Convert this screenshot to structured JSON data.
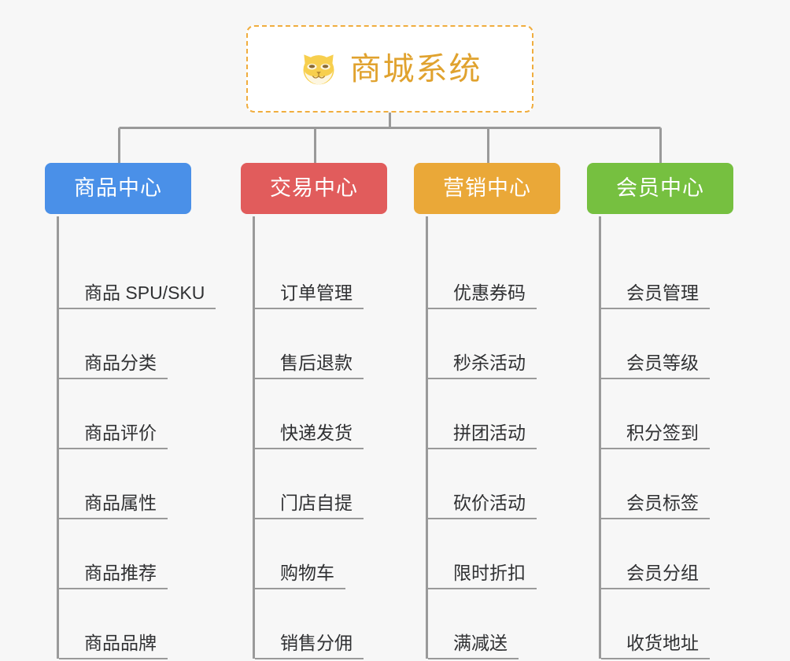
{
  "page": {
    "background_color": "#f7f7f7",
    "type": "org-chart"
  },
  "root": {
    "title": "商城系统",
    "icon": "shiba-dog-icon",
    "title_color": "#e0a22e",
    "border_color": "#f0ad3e",
    "background_color": "#ffffff"
  },
  "chart_data": {
    "type": "tree",
    "title": "商城系统",
    "root_label": "商城系统",
    "branch_count": 4,
    "children_per_branch": 6
  },
  "columns": [
    {
      "id": "product-center",
      "label": "商品中心",
      "color": "#4a90e8",
      "items": [
        "商品 SPU/SKU",
        "商品分类",
        "商品评价",
        "商品属性",
        "商品推荐",
        "商品品牌"
      ]
    },
    {
      "id": "trade-center",
      "label": "交易中心",
      "color": "#e15c5c",
      "items": [
        "订单管理",
        "售后退款",
        "快递发货",
        "门店自提",
        "购物车",
        "销售分佣"
      ]
    },
    {
      "id": "marketing-center",
      "label": "营销中心",
      "color": "#eaa838",
      "items": [
        "优惠券码",
        "秒杀活动",
        "拼团活动",
        "砍价活动",
        "限时折扣",
        "满减送"
      ]
    },
    {
      "id": "member-center",
      "label": "会员中心",
      "color": "#76c040",
      "items": [
        "会员管理",
        "会员等级",
        "积分签到",
        "会员标签",
        "会员分组",
        "收货地址"
      ]
    }
  ],
  "connector": {
    "color": "#9a9a9a"
  }
}
